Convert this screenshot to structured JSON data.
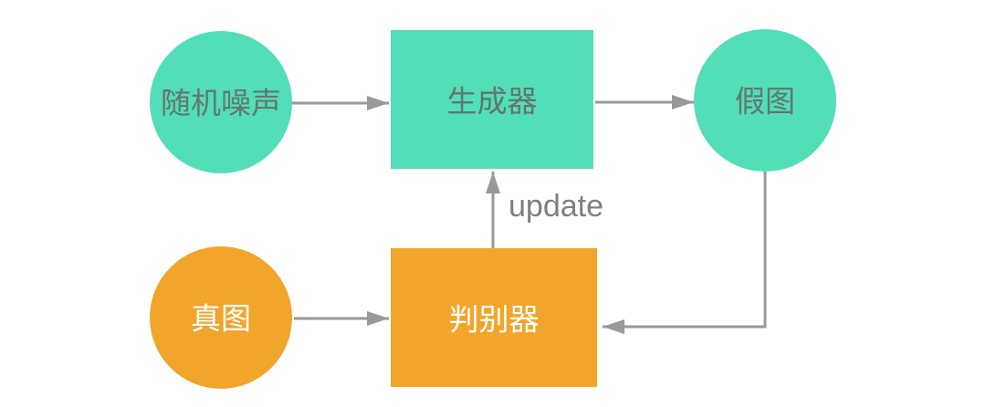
{
  "diagram": {
    "type": "flowchart",
    "background": "#ffffff",
    "colors": {
      "teal": "#52DEB9",
      "orange": "#F2A52B",
      "arrow": "#999999",
      "text_on_teal": "#63776F",
      "text_on_orange": "#ffffff",
      "edge_label": "#7f7f7f"
    },
    "nodes": {
      "random_noise": {
        "label": "随机噪声",
        "shape": "circle",
        "fill": "teal"
      },
      "generator": {
        "label": "生成器",
        "shape": "rect",
        "fill": "teal"
      },
      "fake_image": {
        "label": "假图",
        "shape": "circle",
        "fill": "teal"
      },
      "real_image": {
        "label": "真图",
        "shape": "circle",
        "fill": "orange"
      },
      "discriminator": {
        "label": "判别器",
        "shape": "rect",
        "fill": "orange"
      }
    },
    "edges": {
      "noise_to_generator": {
        "from": "random_noise",
        "to": "generator",
        "label": ""
      },
      "generator_to_fake": {
        "from": "generator",
        "to": "fake_image",
        "label": ""
      },
      "real_to_discriminator": {
        "from": "real_image",
        "to": "discriminator",
        "label": ""
      },
      "discriminator_to_generator": {
        "from": "discriminator",
        "to": "generator",
        "label": "update"
      },
      "fake_to_discriminator": {
        "from": "fake_image",
        "to": "discriminator",
        "label": ""
      }
    }
  }
}
